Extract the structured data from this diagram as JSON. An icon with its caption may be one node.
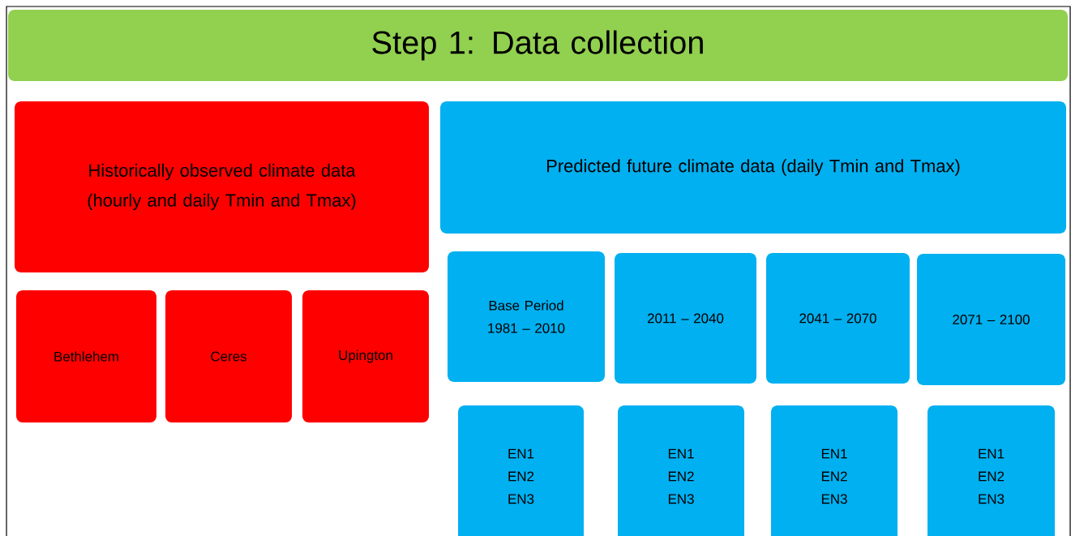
{
  "diagram": {
    "nodes": [
      {
        "text": [
          "Step 1: Data collection"
        ]
      },
      {
        "text": [
          "Historically observed climate data (hourly and daily Tmin and Tmax)"
        ]
      },
      {
        "text": [
          "Bethlehem"
        ]
      },
      {
        "text": [
          "Ceres"
        ]
      },
      {
        "text": [
          "Upington"
        ]
      },
      {
        "text": [
          "Predicted future climate data (daily Tmin and Tmax)"
        ]
      },
      {
        "text": [
          "Base Period 1981 – 2010"
        ]
      },
      {
        "text": [
          "2011 – 2040"
        ]
      },
      {
        "text": [
          "2041 – 2070"
        ]
      },
      {
        "text": [
          "2071 – 2100"
        ]
      },
      {
        "text": [
          "EN1 EN2 EN3"
        ]
      },
      {
        "text": [
          "EN1 EN2 EN3"
        ]
      },
      {
        "text": [
          "EN1 EN2 EN3"
        ]
      },
      {
        "text": [
          "EN1 EN2 EN3"
        ]
      }
    ]
  }
}
